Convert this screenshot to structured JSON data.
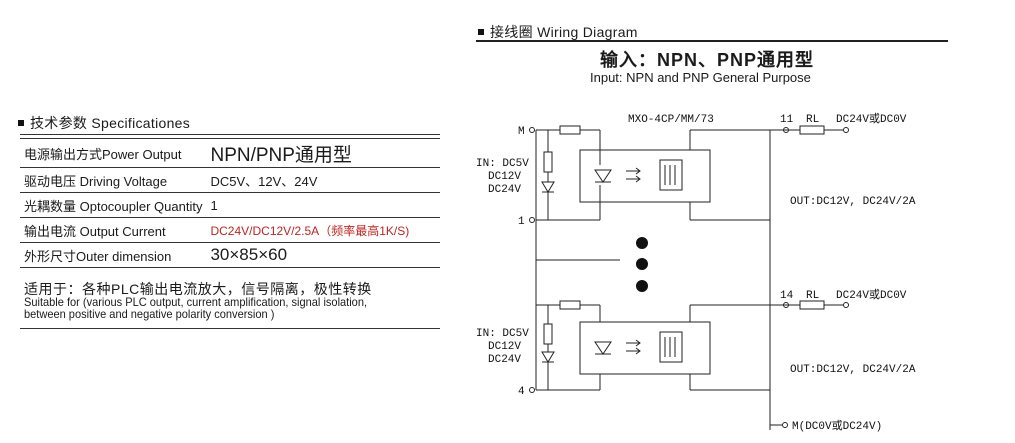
{
  "specifications": {
    "section_title": "技术参数 Specificationes",
    "rows": [
      {
        "label": "电源输出方式Power Output",
        "value": "NPN/PNP通用型"
      },
      {
        "label": "驱动电压 Driving Voltage",
        "value": "DC5V、12V、24V"
      },
      {
        "label": "光耦数量 Optocoupler Quantity",
        "value": "1"
      },
      {
        "label": "输出电流 Output Current",
        "value": "DC24V/DC12V/2.5A（频率最高1K/S)"
      },
      {
        "label": "外形尺寸Outer dimension",
        "value": "30×85×60"
      }
    ],
    "applicable_cn": "适用于：各种PLC输出电流放大，信号隔离，极性转换",
    "applicable_en": "Suitable for (various PLC output, current amplification, signal isolation, between positive and negative polarity conversion )"
  },
  "wiring": {
    "section_title": "接线圈 Wiring Diagram",
    "title": "输入：NPN、PNP通用型",
    "subtitle": "Input: NPN and PNP General Purpose",
    "model": "MXO-4CP/MM/73",
    "terminal_m": "M",
    "terminal_1": "1",
    "terminal_4": "4",
    "in_label": "IN: DC5V",
    "in_v2": "DC12V",
    "in_v3": "DC24V",
    "out_term_top": "11",
    "out_term_bottom": "14",
    "rl": "RL",
    "supply": "DC24V或DC0V",
    "out_spec": "OUT:DC12V, DC24V/2A",
    "common": "M(DC0V或DC24V)"
  }
}
